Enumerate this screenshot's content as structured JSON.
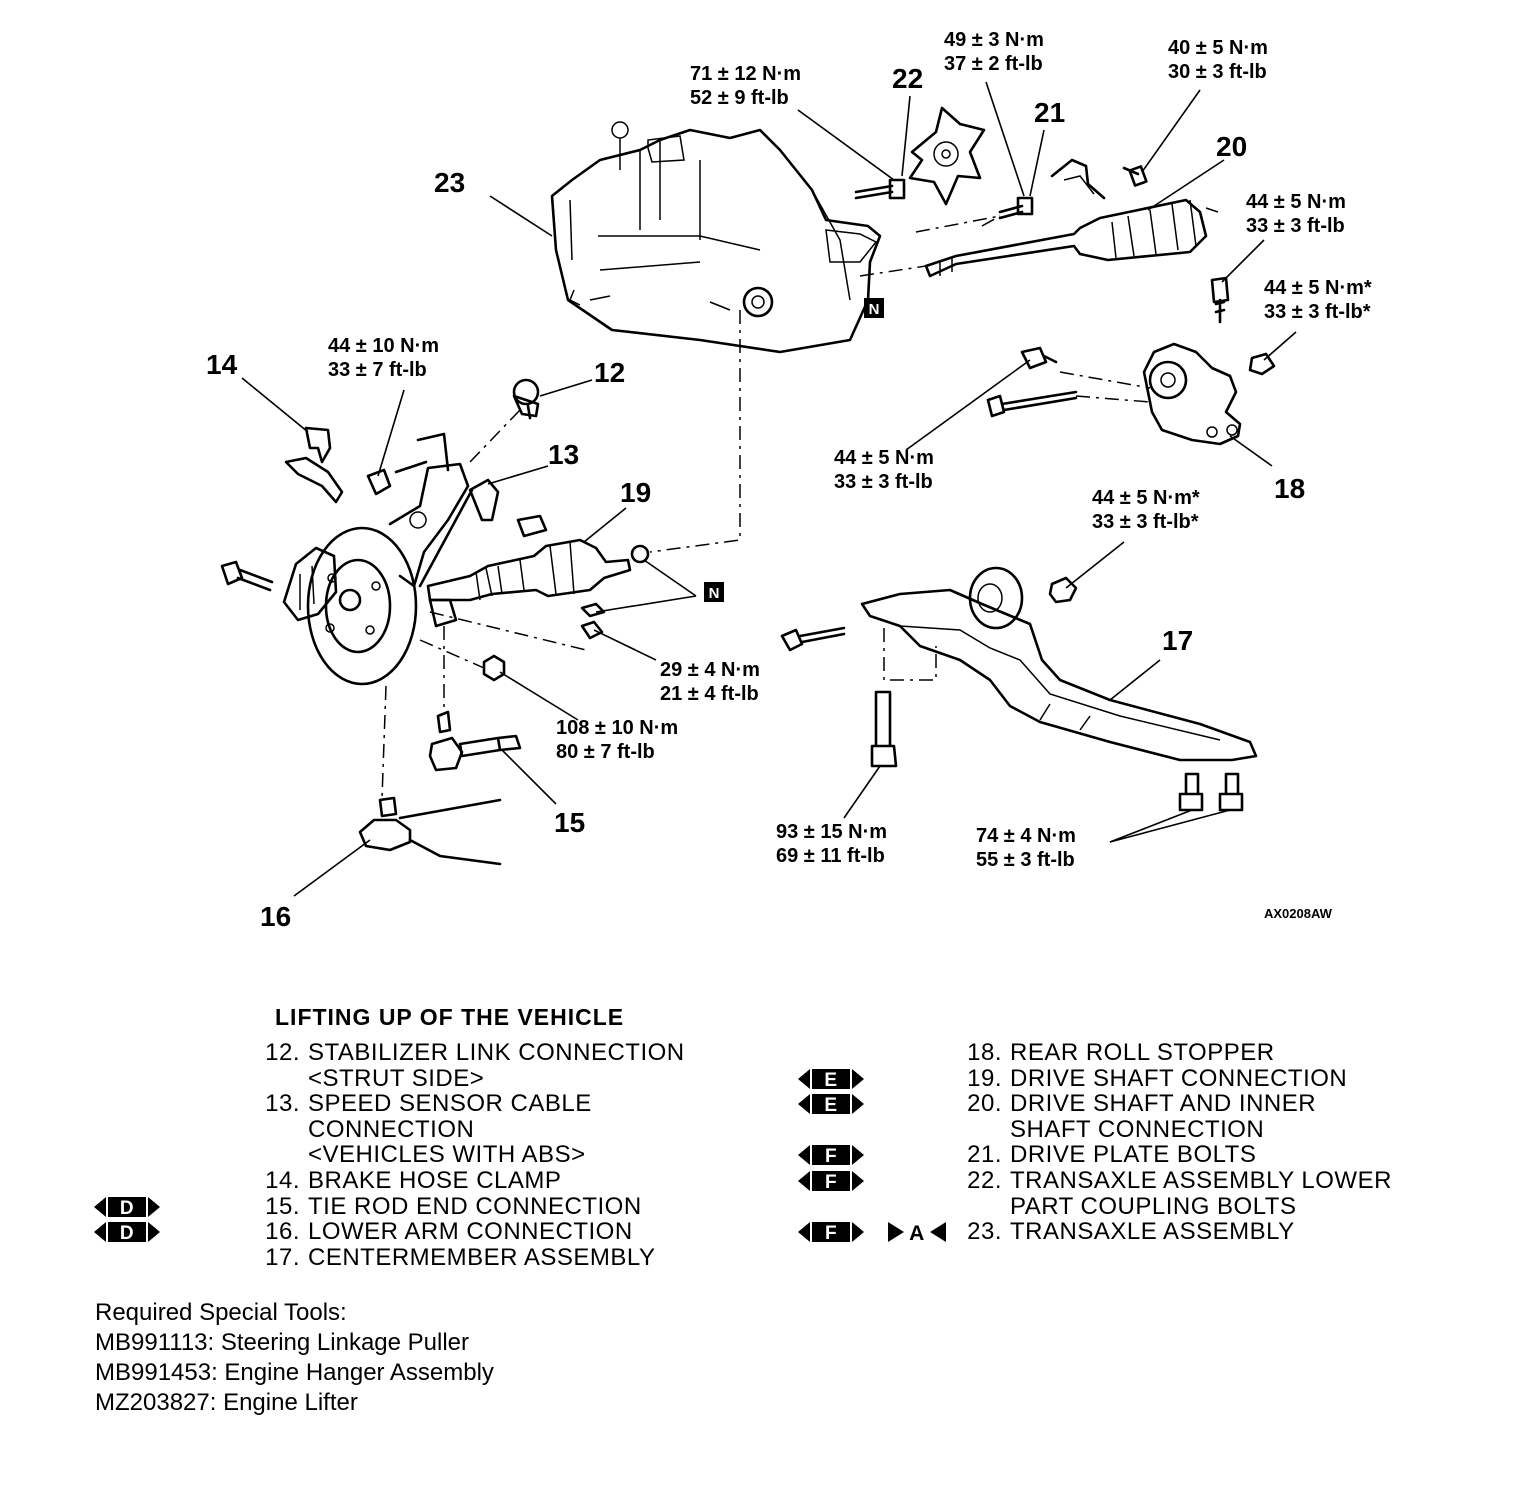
{
  "figure_id": "AX0208AW",
  "callouts": {
    "c12": "12",
    "c13": "13",
    "c14": "14",
    "c15": "15",
    "c16": "16",
    "c17": "17",
    "c18": "18",
    "c19": "19",
    "c20": "20",
    "c21": "21",
    "c22": "22",
    "c23": "23"
  },
  "torques": {
    "t22": [
      "71 ± 12 N·m",
      "52 ± 9 ft-lb"
    ],
    "t21": [
      "49 ± 3 N·m",
      "37 ± 2 ft-lb"
    ],
    "t20": [
      "40 ± 5 N·m",
      "30 ± 3 ft-lb"
    ],
    "t18a": [
      "44 ± 5 N·m",
      "33 ± 3 ft-lb"
    ],
    "t18b": [
      "44 ± 5 N·m*",
      "33 ± 3 ft-lb*"
    ],
    "t18c": [
      "44 ± 5 N·m",
      "33 ± 3 ft-lb"
    ],
    "t12": [
      "44 ± 10 N·m",
      "33 ± 7 ft-lb"
    ],
    "t17a": [
      "44 ± 5 N·m*",
      "33 ± 3 ft-lb*"
    ],
    "t19": [
      "29 ± 4 N·m",
      "21 ± 4 ft-lb"
    ],
    "t16": [
      "108 ± 10 N·m",
      "80 ± 7 ft-lb"
    ],
    "t17b": [
      "93 ± 15 N·m",
      "69 ± 11 ft-lb"
    ],
    "t17c": [
      "74 ± 4 N·m",
      "55 ± 3 ft-lb"
    ]
  },
  "marker_n": "N",
  "legend": {
    "title": "LIFTING UP OF THE VEHICLE",
    "left": [
      {
        "num": "12.",
        "lines": [
          "STABILIZER LINK CONNECTION",
          "<STRUT SIDE>"
        ],
        "symbol": ""
      },
      {
        "num": "13.",
        "lines": [
          "SPEED SENSOR CABLE",
          "CONNECTION",
          "<VEHICLES WITH ABS>"
        ],
        "symbol": ""
      },
      {
        "num": "14.",
        "lines": [
          "BRAKE HOSE CLAMP"
        ],
        "symbol": ""
      },
      {
        "num": "15.",
        "lines": [
          "TIE ROD END CONNECTION"
        ],
        "symbol": "D"
      },
      {
        "num": "16.",
        "lines": [
          "LOWER ARM CONNECTION"
        ],
        "symbol": "D"
      },
      {
        "num": "17.",
        "lines": [
          "CENTERMEMBER ASSEMBLY"
        ],
        "symbol": ""
      }
    ],
    "right": [
      {
        "num": "18.",
        "lines": [
          "REAR ROLL STOPPER"
        ],
        "symbol": "",
        "symbol2": ""
      },
      {
        "num": "19.",
        "lines": [
          "DRIVE SHAFT CONNECTION"
        ],
        "symbol": "E",
        "symbol2": ""
      },
      {
        "num": "20.",
        "lines": [
          "DRIVE SHAFT AND INNER",
          "SHAFT CONNECTION"
        ],
        "symbol": "E",
        "symbol2": ""
      },
      {
        "num": "21.",
        "lines": [
          "DRIVE PLATE BOLTS"
        ],
        "symbol": "F",
        "symbol2": ""
      },
      {
        "num": "22.",
        "lines": [
          "TRANSAXLE ASSEMBLY LOWER",
          "PART COUPLING BOLTS"
        ],
        "symbol": "F",
        "symbol2": ""
      },
      {
        "num": "23.",
        "lines": [
          "TRANSAXLE ASSEMBLY"
        ],
        "symbol": "F",
        "symbol2": "A"
      }
    ]
  },
  "tools": {
    "title": "Required Special Tools:",
    "items": [
      {
        "code": "MB991113:",
        "name": "Steering Linkage Puller"
      },
      {
        "code": "MB991453:",
        "name": "Engine Hanger Assembly"
      },
      {
        "code": "MZ203827:",
        "name": "Engine Lifter"
      }
    ]
  }
}
